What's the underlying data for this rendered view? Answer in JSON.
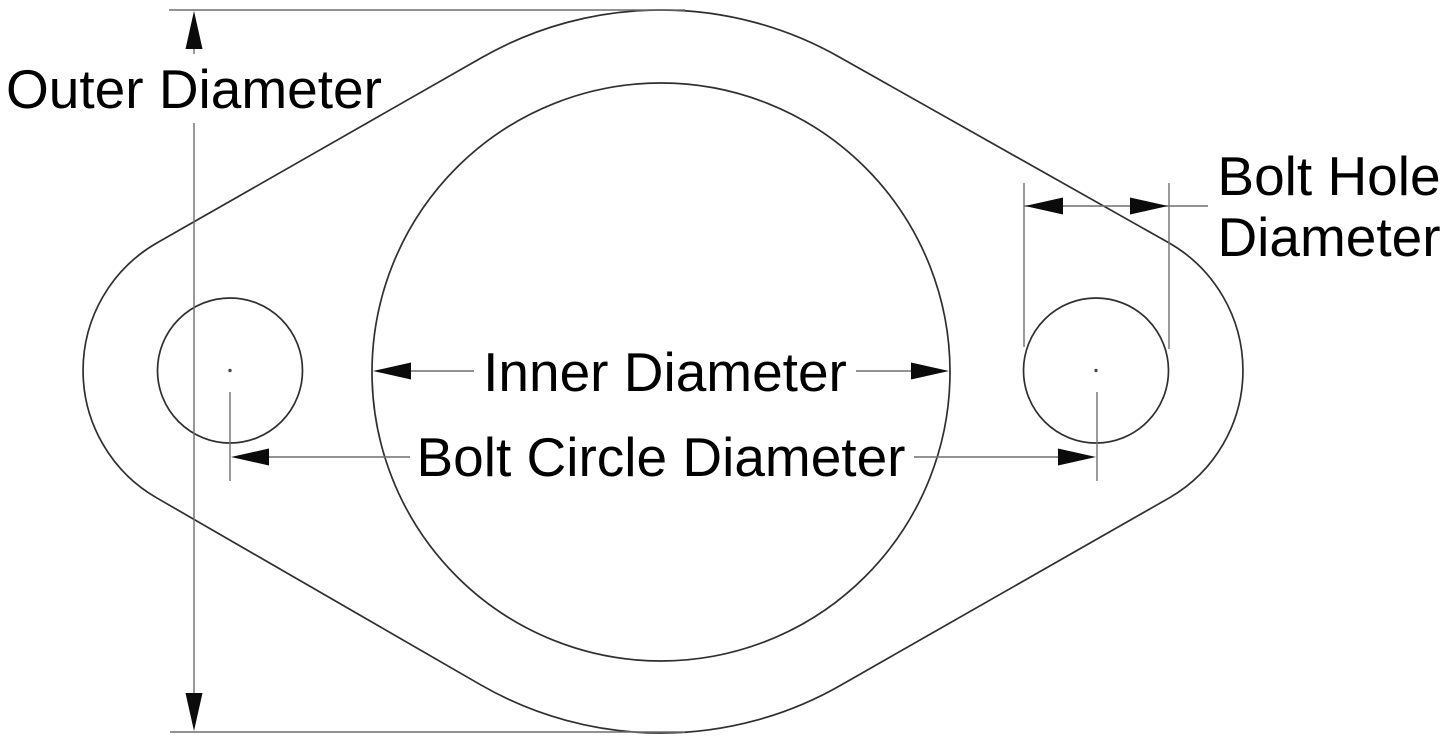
{
  "diagram": {
    "type": "engineering-dimension-drawing",
    "subject": "two-bolt flange gasket",
    "background_color": "#ffffff",
    "outline_color": "#2f2f2f",
    "dimension_line_color": "#6f6f6f",
    "arrow_color": "#0b0b0b",
    "text_color": "#000000",
    "labels": {
      "outer_diameter": "Outer Diameter",
      "inner_diameter": "Inner Diameter",
      "bolt_circle_diameter": "Bolt Circle Diameter",
      "bolt_hole_line1": "Bolt Hole",
      "bolt_hole_line2": "Diameter"
    }
  }
}
